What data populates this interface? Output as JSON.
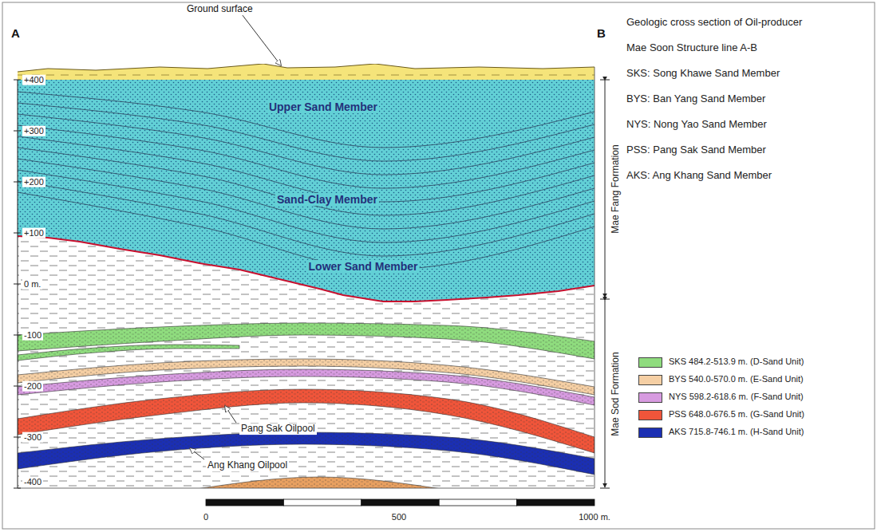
{
  "diagram": {
    "title": "Geologic cross section of Oil-producer",
    "labels": [
      "A",
      "B",
      "Ground surface",
      "+400",
      "+300",
      "+200",
      "+100",
      "0 m.",
      "-100",
      "-200",
      "-300",
      "-400",
      "Upper Sand Member",
      "Sand-Clay Member",
      "Lower Sand Member",
      "Mae Fang Formation",
      "Mae Sod Formation",
      "Pang Sak Oilpool",
      "Ang Khang Oilpool",
      "0",
      "500",
      "1000 m.",
      "Mae Soon Structure line A-B",
      "SKS: Song Khawe Sand Member",
      "BYS: Ban Yang Sand Member",
      "NYS: Nong Yao Sand Member",
      "PSS: Pang Sak Sand Member",
      "AKS: Ang Khang Sand Member"
    ],
    "legend": [
      {
        "text": "SKS 484.2-513.9 m. (D-Sand Unit)",
        "color": "#8fdc7e"
      },
      {
        "text": "BYS 540.0-570.0 m. (E-Sand Unit)",
        "color": "#f5cfa4"
      },
      {
        "text": "NYS 598.2-618.6 m. (F-Sand Unit)",
        "color": "#d79be0"
      },
      {
        "text": "PSS 648.0-676.5 m. (G-Sand Unit)",
        "color": "#f0553a"
      },
      {
        "text": "AKS 715.8-746.1 m. (H-Sand Unit)",
        "color": "#1b2fb3"
      }
    ]
  }
}
